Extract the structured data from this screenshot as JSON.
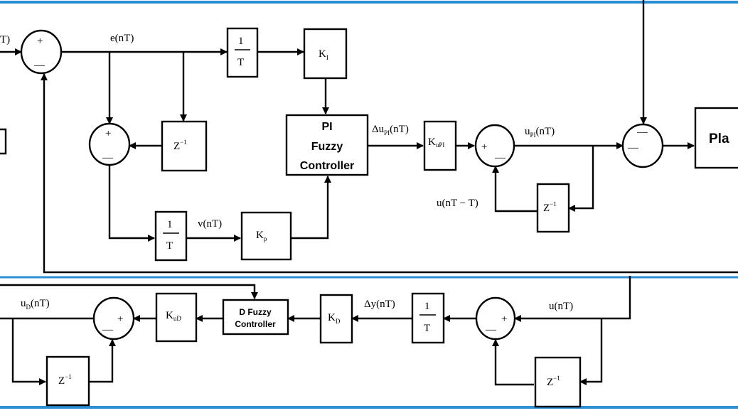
{
  "frame_color": "#2b8fd6",
  "blocks": {
    "ki_block": "K",
    "ki_sub": "I",
    "integrator_top_num": "1",
    "integrator_top_den": "T",
    "delay_top_base": "Z",
    "delay_top_exp": "−1",
    "integrator_mid_num": "1",
    "integrator_mid_den": "T",
    "kp_block": "K",
    "kp_sub": "p",
    "pi_line1": "PI",
    "pi_line2": "Fuzzy",
    "pi_line3": "Controller",
    "kupi_block": "K",
    "kupi_sub": "uPI",
    "delay_pi_base": "Z",
    "delay_pi_exp": "−1",
    "plant_label": "Pla",
    "d_line1": "D Fuzzy",
    "d_line2": "Controller",
    "kd_block": "K",
    "kd_sub": "D",
    "kud_block": "K",
    "kud_sub": "uD",
    "integrator_bot_num": "1",
    "integrator_bot_den": "T",
    "delay_bot_left_base": "Z",
    "delay_bot_left_exp": "−1",
    "delay_bot_right_base": "Z",
    "delay_bot_right_exp": "−1"
  },
  "signals": {
    "ref_partial": "T)",
    "error": "e(nT)",
    "v": "v(nT)",
    "delta_u_pi_prefix": "Δu",
    "delta_u_pi_sub": "PI",
    "delta_u_pi_suffix": "(nT)",
    "u_pi_prefix": "u",
    "u_pi_sub": "PI",
    "u_pi_suffix": "(nT)",
    "u_prev": "u(nT − T)",
    "u": "u(nT)",
    "delta_y": "Δy(nT)",
    "u_d_prefix": "u",
    "u_d_sub": "D",
    "u_d_suffix": "(nT)"
  },
  "signs": {
    "plus": "+",
    "minus": "—"
  }
}
